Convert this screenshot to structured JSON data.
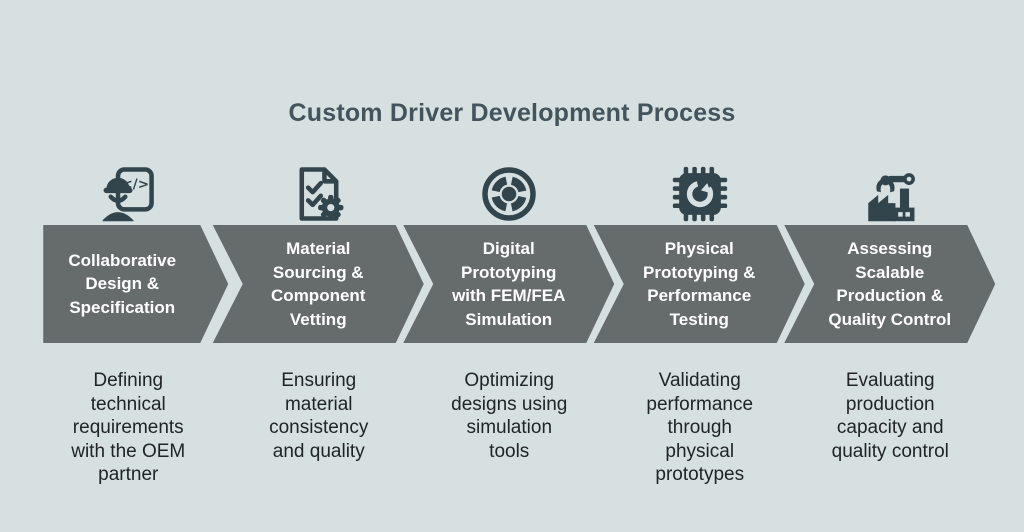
{
  "title": "Custom Driver Development Process",
  "colors": {
    "background": "#d6e0e0",
    "chevron": "#666b6c",
    "chevron_text": "#ffffff",
    "title_text": "#44545c",
    "icon": "#33454c",
    "description_text": "#212424"
  },
  "steps": [
    {
      "icon": "engineer-code-document-icon",
      "label": "Collaborative\nDesign &\nSpecification",
      "description": "Defining\ntechnical\nrequirements\nwith the OEM\npartner"
    },
    {
      "icon": "checklist-gear-icon",
      "label": "Material\nSourcing &\nComponent\nVetting",
      "description": "Ensuring\nmaterial\nconsistency\nand quality"
    },
    {
      "icon": "speaker-driver-icon",
      "label": "Digital\nPrototyping\nwith FEM/FEA\nSimulation",
      "description": "Optimizing\ndesigns using\nsimulation\ntools"
    },
    {
      "icon": "chip-refresh-icon",
      "label": "Physical\nPrototyping &\nPerformance\nTesting",
      "description": "Validating\nperformance\nthrough\nphysical\nprototypes"
    },
    {
      "icon": "factory-robot-arm-icon",
      "label": "Assessing\nScalable\nProduction &\nQuality Control",
      "description": "Evaluating\nproduction\ncapacity and\nquality control"
    }
  ]
}
